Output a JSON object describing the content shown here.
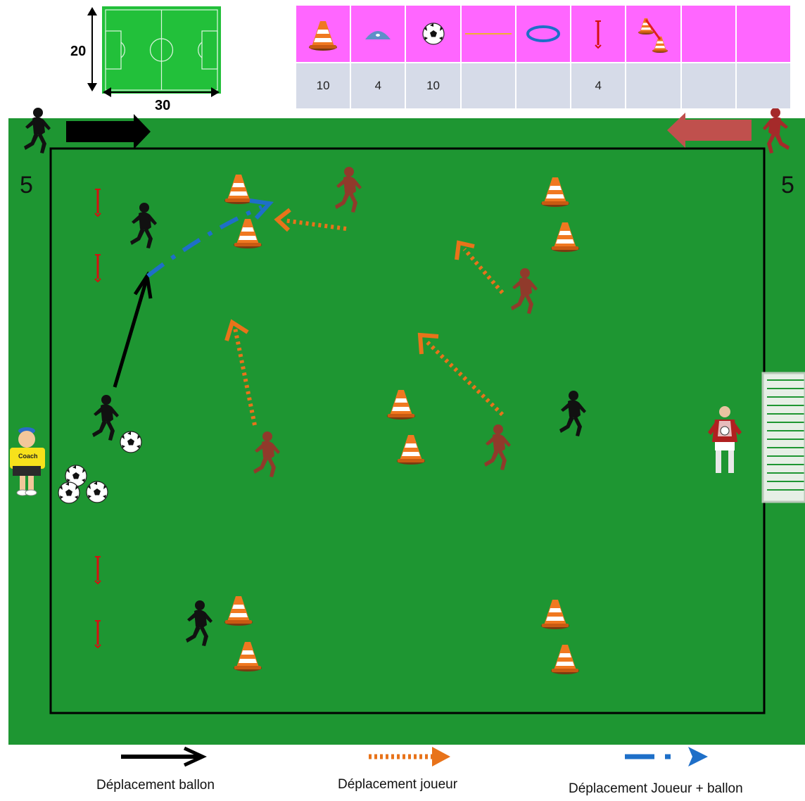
{
  "field_thumbnail": {
    "height_label": "20",
    "width_label": "30"
  },
  "equipment": {
    "items": [
      {
        "icon": "cone-icon",
        "quantity": "10"
      },
      {
        "icon": "flat-marker-icon",
        "quantity": "4"
      },
      {
        "icon": "ball-icon",
        "quantity": "10"
      },
      {
        "icon": "line-icon",
        "quantity": ""
      },
      {
        "icon": "ring-icon",
        "quantity": ""
      },
      {
        "icon": "pole-icon",
        "quantity": "4"
      },
      {
        "icon": "hurdle-icon",
        "quantity": ""
      },
      {
        "icon": "",
        "quantity": ""
      },
      {
        "icon": "",
        "quantity": ""
      }
    ],
    "header_color": "#ff66ff",
    "row_color": "#d6dbe8"
  },
  "teams": {
    "black_count": "5",
    "red_count": "5",
    "black_color": "#111111",
    "red_color": "#a52a2a"
  },
  "coach": {
    "label": "Coach"
  },
  "colors": {
    "pitch": "#1e9632",
    "ball_move": "#000000",
    "player_move": "#e8731a",
    "player_ball_move": "#1e6fc8"
  },
  "legend": {
    "ball_move": "Déplacement ballon",
    "player_move": "Déplacement joueur",
    "player_ball_move": "Déplacement Joueur + ballon"
  }
}
